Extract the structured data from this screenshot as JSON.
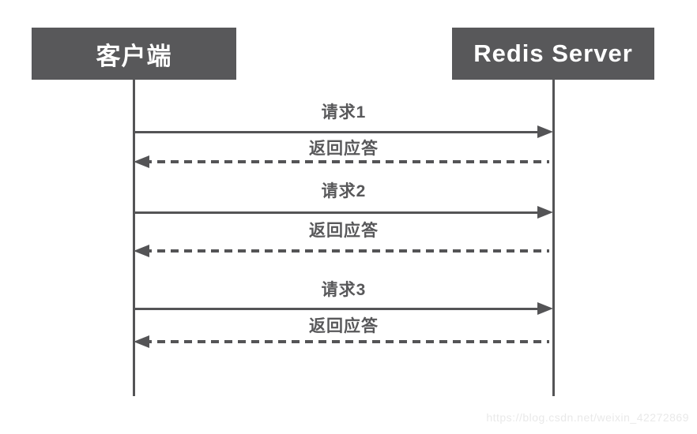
{
  "diagram": {
    "actors": [
      {
        "id": "client",
        "label": "客户端"
      },
      {
        "id": "server",
        "label": "Redis Server"
      }
    ],
    "messages": [
      {
        "label": "请求1",
        "from": "client",
        "to": "server",
        "style": "solid"
      },
      {
        "label": "返回应答",
        "from": "server",
        "to": "client",
        "style": "dashed"
      },
      {
        "label": "请求2",
        "from": "client",
        "to": "server",
        "style": "solid"
      },
      {
        "label": "返回应答",
        "from": "server",
        "to": "client",
        "style": "dashed"
      },
      {
        "label": "请求3",
        "from": "client",
        "to": "server",
        "style": "solid"
      },
      {
        "label": "返回应答",
        "from": "server",
        "to": "client",
        "style": "dashed"
      }
    ],
    "colors": {
      "actor_bg": "#58585a",
      "actor_text": "#ffffff",
      "line": "#545456",
      "label_text": "#58585a",
      "watermark_text": "#e9e9e9",
      "background": "#ffffff"
    },
    "watermark": "https://blog.csdn.net/weixin_42272869"
  }
}
